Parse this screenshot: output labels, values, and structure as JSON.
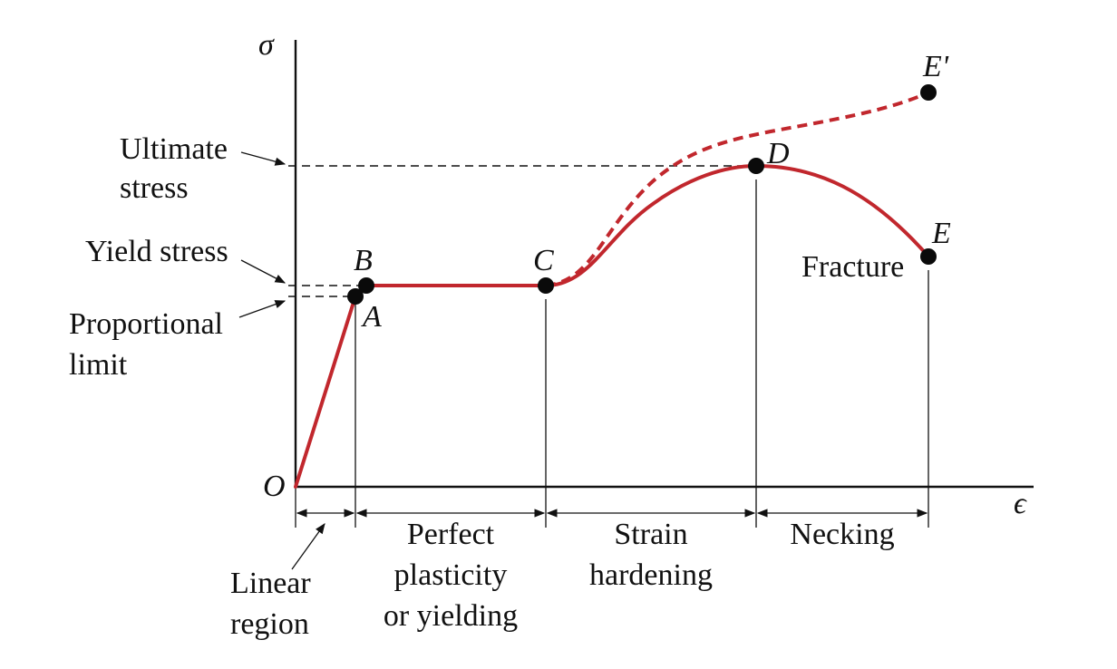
{
  "axes": {
    "y_symbol": "σ",
    "x_symbol": "ϵ",
    "origin": "O"
  },
  "points": {
    "A": "A",
    "B": "B",
    "C": "C",
    "D": "D",
    "E": "E",
    "E_prime": "E'"
  },
  "annotations": {
    "ultimate_stress": [
      "Ultimate",
      "stress"
    ],
    "yield_stress": "Yield stress",
    "proportional_limit": [
      "Proportional",
      "limit"
    ],
    "fracture": "Fracture"
  },
  "regions": {
    "linear": [
      "Linear",
      "region"
    ],
    "perfect_plasticity": [
      "Perfect",
      "plasticity",
      "or yielding"
    ],
    "strain_hardening": [
      "Strain",
      "hardening"
    ],
    "necking": "Necking"
  },
  "colors": {
    "curve": "#c1272d",
    "ink": "#111111"
  }
}
